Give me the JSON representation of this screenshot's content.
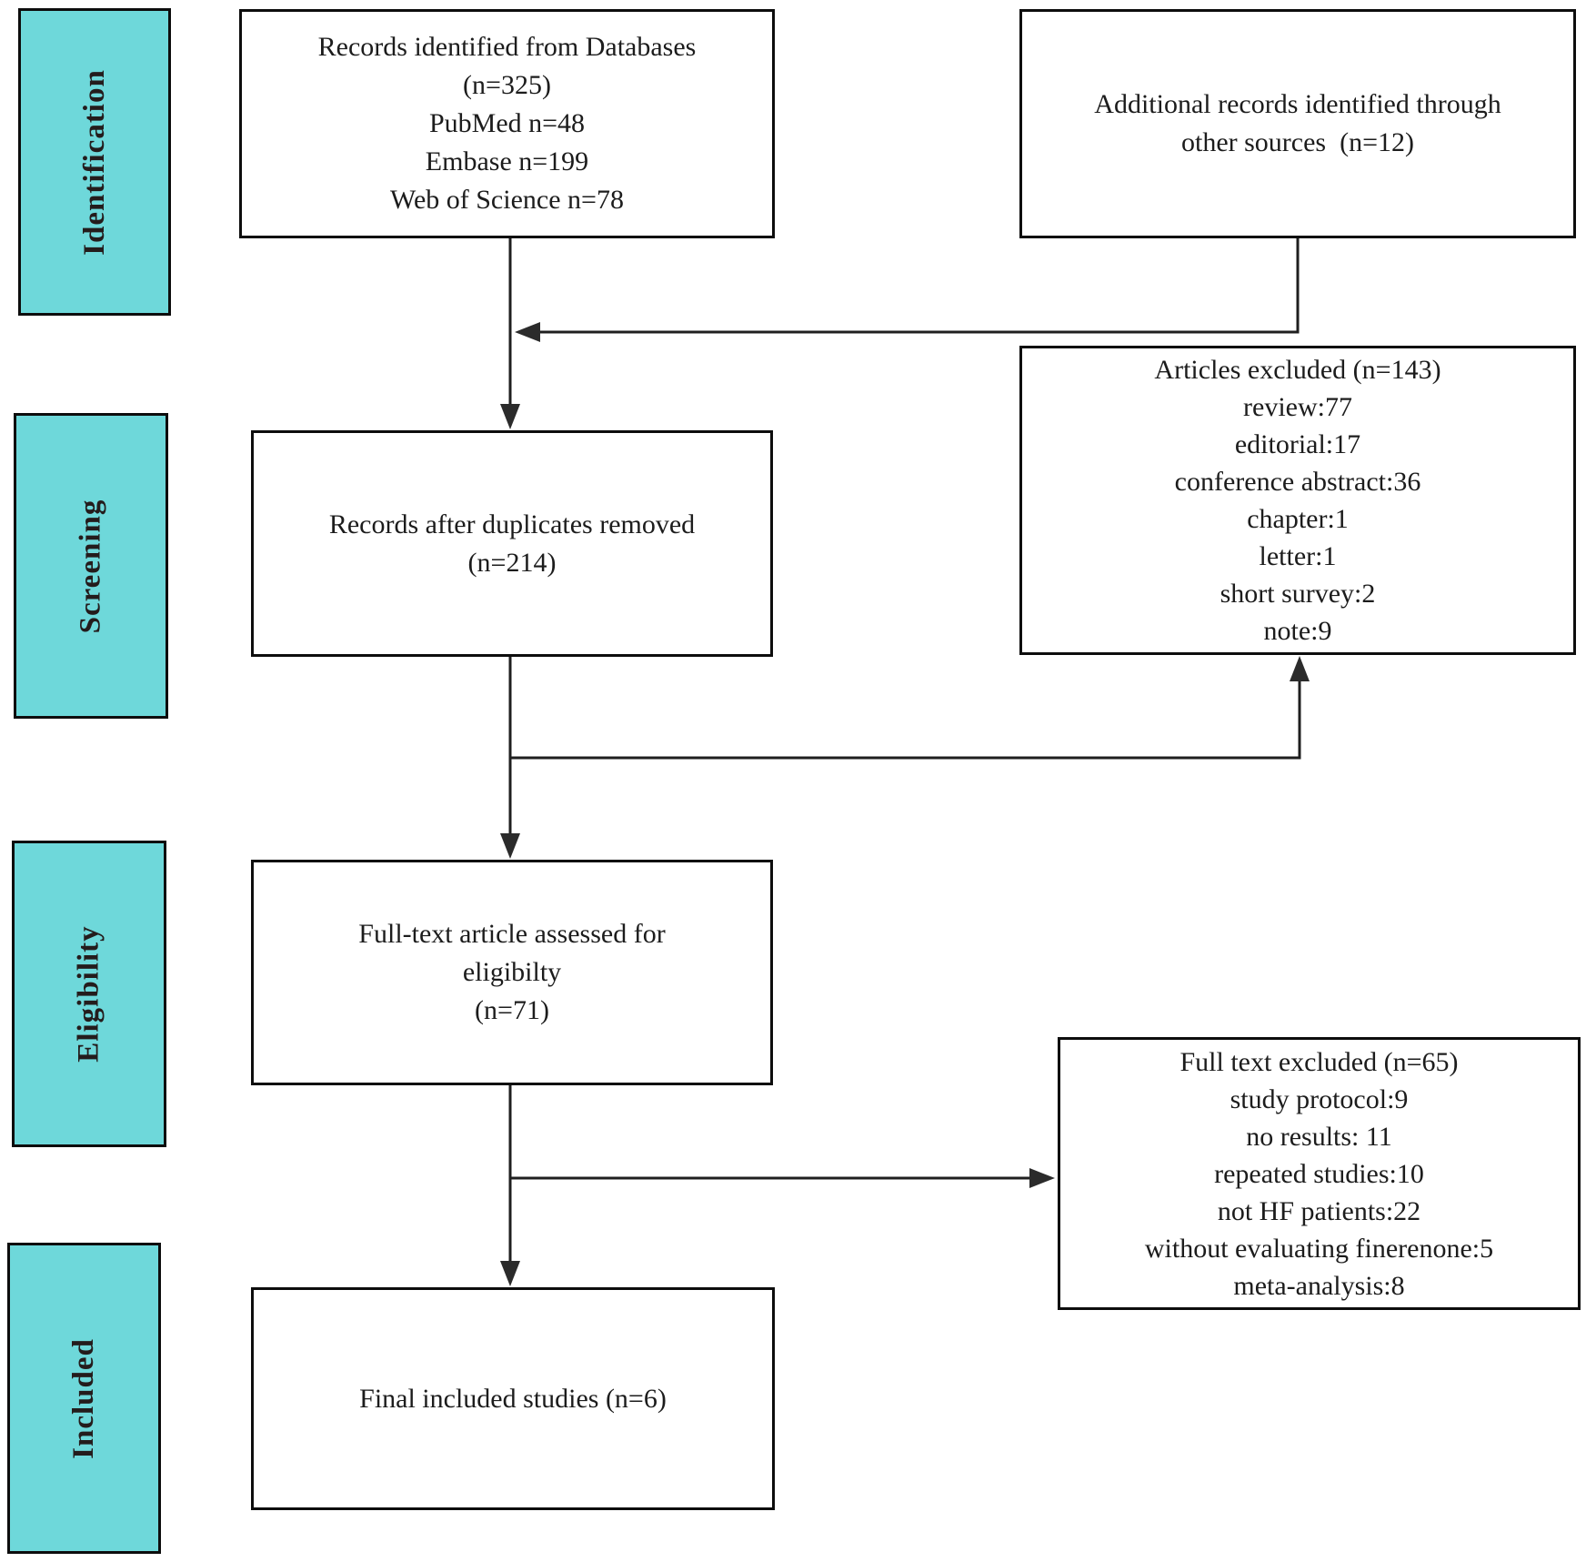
{
  "title": "Study selection flow diagram",
  "colors": {
    "stage_fill": "#6ED8DA",
    "connector": "#1f1f1f"
  },
  "sidebar": {
    "stages": [
      {
        "label": "Identification"
      },
      {
        "label": "Screening"
      },
      {
        "label": "Eligibility"
      },
      {
        "label": "Included"
      }
    ]
  },
  "flow": {
    "records_identified": {
      "lines": [
        "Records identified from Databases",
        "(n=325)",
        "PubMed n=48",
        "Embase n=199",
        "Web of Science n=78"
      ]
    },
    "additional_records": {
      "lines": [
        "Additional records identified through",
        "other sources  (n=12)"
      ]
    },
    "duplicates_removed": {
      "lines": [
        "Records after duplicates removed",
        "(n=214)"
      ]
    },
    "articles_excluded": {
      "lines": [
        "Articles excluded (n=143)",
        "review:77",
        "editorial:17",
        "conference abstract:36",
        "chapter:1",
        "letter:1",
        "short survey:2",
        "note:9"
      ]
    },
    "fulltext_assessed": {
      "lines": [
        "Full-text article assessed for",
        "eligibilty",
        "(n=71)"
      ]
    },
    "fulltext_excluded": {
      "lines": [
        "Full text excluded (n=65)",
        "study protocol:9",
        "no results: 11",
        "repeated studies:10",
        "not HF patients:22",
        "without evaluating finerenone:5",
        "meta-analysis:8"
      ]
    },
    "final_included": {
      "lines": [
        "Final included studies (n=6)"
      ]
    }
  }
}
